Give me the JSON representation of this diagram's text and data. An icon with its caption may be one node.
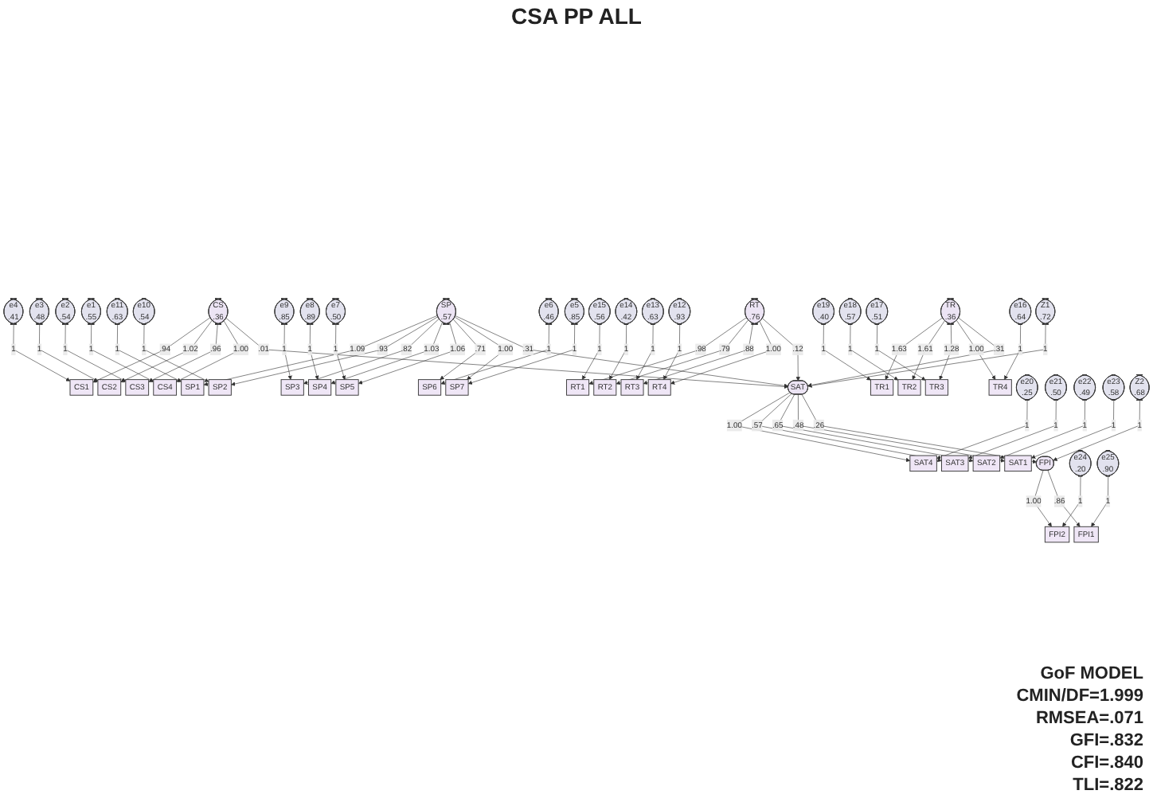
{
  "diagram": {
    "title": "CSA PP ALL",
    "nodes": [
      {
        "text": [
          "CS",
          ".36"
        ]
      },
      {
        "text": [
          "CS1"
        ]
      },
      {
        "text": [
          "CS2"
        ]
      },
      {
        "text": [
          "CS3"
        ]
      },
      {
        "text": [
          "CS4"
        ]
      },
      {
        "text": [
          "e4",
          ".41"
        ]
      },
      {
        "text": [
          "e3",
          ".48"
        ]
      },
      {
        "text": [
          "e2",
          ".54"
        ]
      },
      {
        "text": [
          "e1",
          ".55"
        ]
      },
      {
        "text": [
          "SP",
          ".57"
        ]
      },
      {
        "text": [
          "SP1"
        ]
      },
      {
        "text": [
          "SP2"
        ]
      },
      {
        "text": [
          "SP3"
        ]
      },
      {
        "text": [
          "SP4"
        ]
      },
      {
        "text": [
          "SP5"
        ]
      },
      {
        "text": [
          "SP6"
        ]
      },
      {
        "text": [
          "SP7"
        ]
      },
      {
        "text": [
          "e11",
          ".63"
        ]
      },
      {
        "text": [
          "e10",
          ".54"
        ]
      },
      {
        "text": [
          "e9",
          ".85"
        ]
      },
      {
        "text": [
          "e8",
          ".89"
        ]
      },
      {
        "text": [
          "e7",
          ".50"
        ]
      },
      {
        "text": [
          "e6",
          ".46"
        ]
      },
      {
        "text": [
          "e5",
          ".85"
        ]
      },
      {
        "text": [
          "RT",
          ".76"
        ]
      },
      {
        "text": [
          "RT1"
        ]
      },
      {
        "text": [
          "RT2"
        ]
      },
      {
        "text": [
          "RT3"
        ]
      },
      {
        "text": [
          "RT4"
        ]
      },
      {
        "text": [
          "e15",
          ".56"
        ]
      },
      {
        "text": [
          "e14",
          ".42"
        ]
      },
      {
        "text": [
          "e13",
          ".63"
        ]
      },
      {
        "text": [
          "e12",
          ".93"
        ]
      },
      {
        "text": [
          "TR",
          ".36"
        ]
      },
      {
        "text": [
          "TR1"
        ]
      },
      {
        "text": [
          "TR2"
        ]
      },
      {
        "text": [
          "TR3"
        ]
      },
      {
        "text": [
          "TR4"
        ]
      },
      {
        "text": [
          "e19",
          ".40"
        ]
      },
      {
        "text": [
          "e18",
          ".57"
        ]
      },
      {
        "text": [
          "e17",
          ".51"
        ]
      },
      {
        "text": [
          "e16",
          ".64"
        ]
      },
      {
        "text": [
          "SAT"
        ]
      },
      {
        "text": [
          "SAT4"
        ]
      },
      {
        "text": [
          "SAT3"
        ]
      },
      {
        "text": [
          "SAT2"
        ]
      },
      {
        "text": [
          "SAT1"
        ]
      },
      {
        "text": [
          "e20",
          ".25"
        ]
      },
      {
        "text": [
          "e21",
          ".50"
        ]
      },
      {
        "text": [
          "e22",
          ".49"
        ]
      },
      {
        "text": [
          "e23",
          ".58"
        ]
      },
      {
        "text": [
          "Z1",
          ".72"
        ]
      },
      {
        "text": [
          "FPI"
        ]
      },
      {
        "text": [
          "FPI2"
        ]
      },
      {
        "text": [
          "FPI1"
        ]
      },
      {
        "text": [
          "e24",
          ".20"
        ]
      },
      {
        "text": [
          "e25",
          ".90"
        ]
      },
      {
        "text": [
          "Z2",
          ".68"
        ]
      }
    ],
    "edges": [
      {
        "from": 5,
        "to": 1,
        "arrow": "to",
        "label": "1"
      },
      {
        "from": 6,
        "to": 2,
        "arrow": "to",
        "label": "1"
      },
      {
        "from": 7,
        "to": 3,
        "arrow": "to",
        "label": "1"
      },
      {
        "from": 8,
        "to": 4,
        "arrow": "to",
        "label": "1"
      },
      {
        "from": 0,
        "to": 1,
        "arrow": "to",
        "label": ".94"
      },
      {
        "from": 0,
        "to": 2,
        "arrow": "to",
        "label": "1.02"
      },
      {
        "from": 0,
        "to": 3,
        "arrow": "to",
        "label": ".96"
      },
      {
        "from": 0,
        "to": 4,
        "arrow": "to",
        "label": "1.00"
      },
      {
        "from": 17,
        "to": 10,
        "arrow": "to",
        "label": "1"
      },
      {
        "from": 18,
        "to": 11,
        "arrow": "to",
        "label": "1"
      },
      {
        "from": 19,
        "to": 12,
        "arrow": "to",
        "label": "1"
      },
      {
        "from": 20,
        "to": 13,
        "arrow": "to",
        "label": "1"
      },
      {
        "from": 21,
        "to": 14,
        "arrow": "to",
        "label": "1"
      },
      {
        "from": 22,
        "to": 15,
        "arrow": "to",
        "label": "1"
      },
      {
        "from": 23,
        "to": 16,
        "arrow": "to",
        "label": "1"
      },
      {
        "from": 9,
        "to": 10,
        "arrow": "to",
        "label": "1.09"
      },
      {
        "from": 9,
        "to": 11,
        "arrow": "to",
        "label": ".93"
      },
      {
        "from": 9,
        "to": 12,
        "arrow": "to",
        "label": ".82"
      },
      {
        "from": 9,
        "to": 13,
        "arrow": "to",
        "label": "1.03"
      },
      {
        "from": 9,
        "to": 14,
        "arrow": "to",
        "label": "1.06"
      },
      {
        "from": 9,
        "to": 15,
        "arrow": "to",
        "label": ".71"
      },
      {
        "from": 9,
        "to": 16,
        "arrow": "to",
        "label": "1.00"
      },
      {
        "from": 29,
        "to": 25,
        "arrow": "to",
        "label": "1"
      },
      {
        "from": 30,
        "to": 26,
        "arrow": "to",
        "label": "1"
      },
      {
        "from": 31,
        "to": 27,
        "arrow": "to",
        "label": "1"
      },
      {
        "from": 32,
        "to": 28,
        "arrow": "to",
        "label": "1"
      },
      {
        "from": 24,
        "to": 25,
        "arrow": "to",
        "label": ".98"
      },
      {
        "from": 24,
        "to": 26,
        "arrow": "to",
        "label": ".79"
      },
      {
        "from": 24,
        "to": 27,
        "arrow": "to",
        "label": ".88"
      },
      {
        "from": 24,
        "to": 28,
        "arrow": "to",
        "label": "1.00"
      },
      {
        "from": 38,
        "to": 34,
        "arrow": "to",
        "label": "1"
      },
      {
        "from": 39,
        "to": 35,
        "arrow": "to",
        "label": "1"
      },
      {
        "from": 40,
        "to": 36,
        "arrow": "to",
        "label": "1"
      },
      {
        "from": 41,
        "to": 37,
        "arrow": "to",
        "label": "1"
      },
      {
        "from": 33,
        "to": 34,
        "arrow": "to",
        "label": "1.63"
      },
      {
        "from": 33,
        "to": 35,
        "arrow": "to",
        "label": "1.61"
      },
      {
        "from": 33,
        "to": 36,
        "arrow": "to",
        "label": "1.28"
      },
      {
        "from": 33,
        "to": 37,
        "arrow": "to",
        "label": "1.00"
      },
      {
        "from": 0,
        "to": 42,
        "arrow": "to",
        "label": ".01"
      },
      {
        "from": 9,
        "to": 42,
        "arrow": "to",
        "label": ".31"
      },
      {
        "from": 24,
        "to": 42,
        "arrow": "to",
        "label": ".12"
      },
      {
        "from": 33,
        "to": 42,
        "arrow": "to",
        "label": ".31"
      },
      {
        "from": 47,
        "to": 43,
        "arrow": "to",
        "label": "1"
      },
      {
        "from": 48,
        "to": 44,
        "arrow": "to",
        "label": "1"
      },
      {
        "from": 49,
        "to": 45,
        "arrow": "to",
        "label": "1"
      },
      {
        "from": 50,
        "to": 46,
        "arrow": "to",
        "label": "1"
      },
      {
        "from": 42,
        "to": 43,
        "arrow": "to",
        "label": "1.00"
      },
      {
        "from": 42,
        "to": 44,
        "arrow": "to",
        "label": ".57"
      },
      {
        "from": 42,
        "to": 45,
        "arrow": "to",
        "label": ".65"
      },
      {
        "from": 42,
        "to": 46,
        "arrow": "to",
        "label": ".48"
      },
      {
        "from": 51,
        "to": 42,
        "arrow": "to",
        "label": "1"
      },
      {
        "from": 42,
        "to": 52,
        "arrow": "to",
        "label": ".26"
      },
      {
        "from": 55,
        "to": 53,
        "arrow": "to",
        "label": "1"
      },
      {
        "from": 56,
        "to": 54,
        "arrow": "to",
        "label": "1"
      },
      {
        "from": 52,
        "to": 53,
        "arrow": "to",
        "label": "1.00"
      },
      {
        "from": 52,
        "to": 54,
        "arrow": "to",
        "label": ".86"
      },
      {
        "from": 57,
        "to": 52,
        "arrow": "to",
        "label": "1"
      }
    ],
    "labels": [
      "GoF MODEL",
      "CMIN/DF=1.999",
      "RMSEA=.071",
      "GFI=.832",
      "CFI=.840",
      "TLI=.822"
    ]
  }
}
